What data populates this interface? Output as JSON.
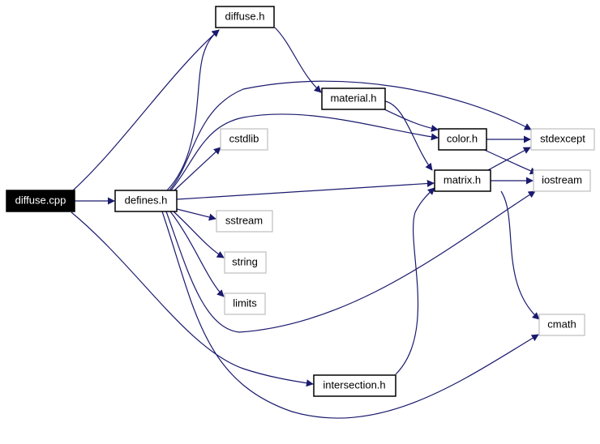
{
  "graph": {
    "edge_color": "#1a1a6e",
    "nodes": {
      "diffuse_cpp": {
        "label": "diffuse.cpp",
        "style": "root",
        "fill": "#000000",
        "text_color": "#ffffff",
        "border": "#000000"
      },
      "defines_h": {
        "label": "defines.h",
        "style": "local",
        "fill": "#ffffff",
        "text_color": "#000000",
        "border": "#000000"
      },
      "diffuse_h": {
        "label": "diffuse.h",
        "style": "local",
        "fill": "#ffffff",
        "text_color": "#000000",
        "border": "#000000"
      },
      "material_h": {
        "label": "material.h",
        "style": "local",
        "fill": "#ffffff",
        "text_color": "#000000",
        "border": "#000000"
      },
      "color_h": {
        "label": "color.h",
        "style": "local",
        "fill": "#ffffff",
        "text_color": "#000000",
        "border": "#000000"
      },
      "matrix_h": {
        "label": "matrix.h",
        "style": "local",
        "fill": "#ffffff",
        "text_color": "#000000",
        "border": "#000000"
      },
      "intersection_h": {
        "label": "intersection.h",
        "style": "local",
        "fill": "#ffffff",
        "text_color": "#000000",
        "border": "#000000"
      },
      "cstdlib": {
        "label": "cstdlib",
        "style": "system",
        "fill": "#ffffff",
        "text_color": "#000000",
        "border": "#bfbfbf"
      },
      "sstream": {
        "label": "sstream",
        "style": "system",
        "fill": "#ffffff",
        "text_color": "#000000",
        "border": "#bfbfbf"
      },
      "string": {
        "label": "string",
        "style": "system",
        "fill": "#ffffff",
        "text_color": "#000000",
        "border": "#bfbfbf"
      },
      "limits": {
        "label": "limits",
        "style": "system",
        "fill": "#ffffff",
        "text_color": "#000000",
        "border": "#bfbfbf"
      },
      "stdexcept": {
        "label": "stdexcept",
        "style": "system",
        "fill": "#ffffff",
        "text_color": "#000000",
        "border": "#bfbfbf"
      },
      "iostream": {
        "label": "iostream",
        "style": "system",
        "fill": "#ffffff",
        "text_color": "#000000",
        "border": "#bfbfbf"
      },
      "cmath": {
        "label": "cmath",
        "style": "system",
        "fill": "#ffffff",
        "text_color": "#000000",
        "border": "#bfbfbf"
      }
    },
    "edges": [
      {
        "from": "diffuse_cpp",
        "to": "defines_h"
      },
      {
        "from": "diffuse_cpp",
        "to": "diffuse_h"
      },
      {
        "from": "diffuse_cpp",
        "to": "intersection_h"
      },
      {
        "from": "defines_h",
        "to": "diffuse_h"
      },
      {
        "from": "defines_h",
        "to": "stdexcept"
      },
      {
        "from": "defines_h",
        "to": "color_h"
      },
      {
        "from": "defines_h",
        "to": "cstdlib"
      },
      {
        "from": "defines_h",
        "to": "matrix_h"
      },
      {
        "from": "defines_h",
        "to": "sstream"
      },
      {
        "from": "defines_h",
        "to": "string"
      },
      {
        "from": "defines_h",
        "to": "limits"
      },
      {
        "from": "defines_h",
        "to": "iostream"
      },
      {
        "from": "defines_h",
        "to": "cmath"
      },
      {
        "from": "diffuse_h",
        "to": "material_h"
      },
      {
        "from": "material_h",
        "to": "color_h"
      },
      {
        "from": "material_h",
        "to": "matrix_h"
      },
      {
        "from": "color_h",
        "to": "stdexcept"
      },
      {
        "from": "color_h",
        "to": "iostream"
      },
      {
        "from": "matrix_h",
        "to": "stdexcept"
      },
      {
        "from": "matrix_h",
        "to": "iostream"
      },
      {
        "from": "matrix_h",
        "to": "cmath"
      },
      {
        "from": "intersection_h",
        "to": "matrix_h"
      }
    ]
  }
}
